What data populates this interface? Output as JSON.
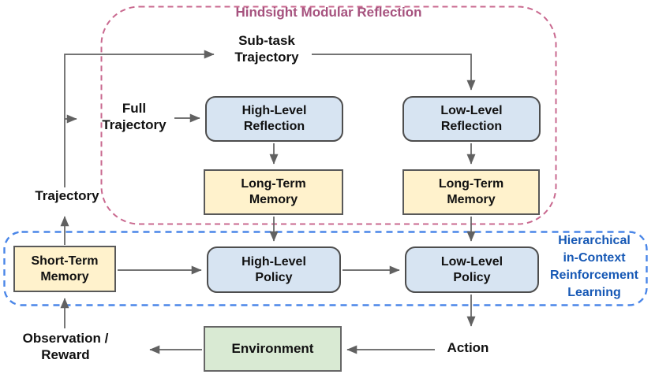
{
  "regions": {
    "hindsight_modular_reflection": {
      "title": "Hindsight Modular Reflection"
    },
    "hierarchical_in_context_rl": {
      "title": "Hierarchical\nin-Context\nReinforcement\nLearning"
    }
  },
  "nodes": {
    "hl_reflection": {
      "label": "High-Level\nReflection"
    },
    "ll_reflection": {
      "label": "Low-Level\nReflection"
    },
    "ltm_high": {
      "label": "Long-Term\nMemory"
    },
    "ltm_low": {
      "label": "Long-Term\nMemory"
    },
    "stm": {
      "label": "Short-Term\nMemory"
    },
    "hl_policy": {
      "label": "High-Level\nPolicy"
    },
    "ll_policy": {
      "label": "Low-Level\nPolicy"
    },
    "environment": {
      "label": "Environment"
    }
  },
  "labels": {
    "subtask_trajectory": "Sub-task\nTrajectory",
    "full_trajectory": "Full\nTrajectory",
    "trajectory": "Trajectory",
    "observation_reward": "Observation /\nReward",
    "action": "Action"
  },
  "colors": {
    "hmr_border": "#c9698f",
    "hmr_title": "#a6527e",
    "hicrl_border": "#4a86e8",
    "hicrl_title": "#1658b5",
    "box_blue": "#d7e4f2",
    "box_yellow": "#fff2cc",
    "box_green": "#d9ead3",
    "box_border": "#4d4d4d",
    "arrow": "#616161"
  }
}
